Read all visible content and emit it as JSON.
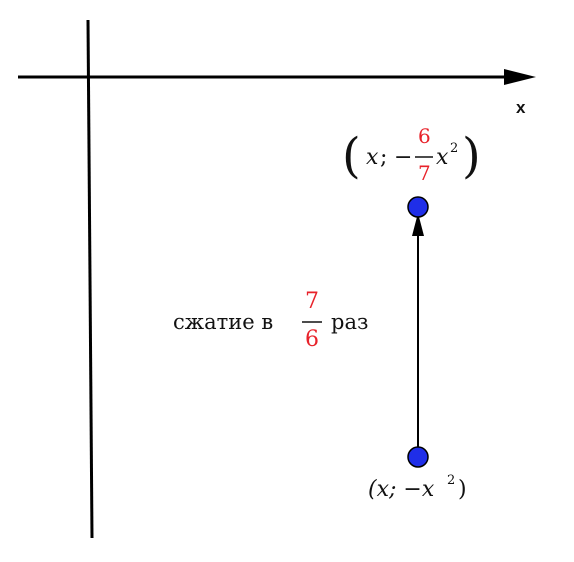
{
  "axis": {
    "x_label": "x"
  },
  "top_point": {
    "var": "x",
    "sep": ";",
    "minus": "−",
    "frac_num": "6",
    "frac_den": "7",
    "tail_var": "x",
    "tail_exp": "2"
  },
  "bottom_point": {
    "text": "(x; −x",
    "exp": "2",
    "close": ")"
  },
  "caption": {
    "prefix": "сжатие в",
    "frac_num": "7",
    "frac_den": "6",
    "suffix": "раз"
  },
  "colors": {
    "point_fill": "#1f2ee8",
    "highlight": "#e8222a",
    "line": "#000000"
  }
}
